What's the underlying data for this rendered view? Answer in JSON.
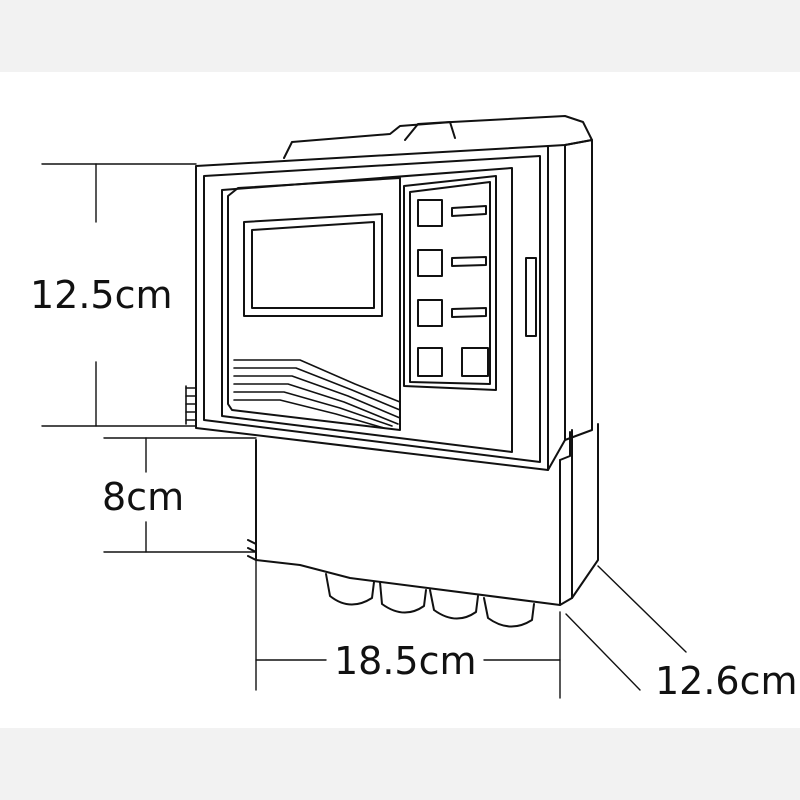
{
  "diagram": {
    "subject": "wall-mounted controller device outline with dimensions",
    "line_color": "#111111",
    "background_color": "#ffffff",
    "border_band_color": "#f2f2f2",
    "dimensions": {
      "upper_height": "12.5cm",
      "lower_height": "8cm",
      "width": "18.5cm",
      "depth": "12.6cm"
    }
  }
}
